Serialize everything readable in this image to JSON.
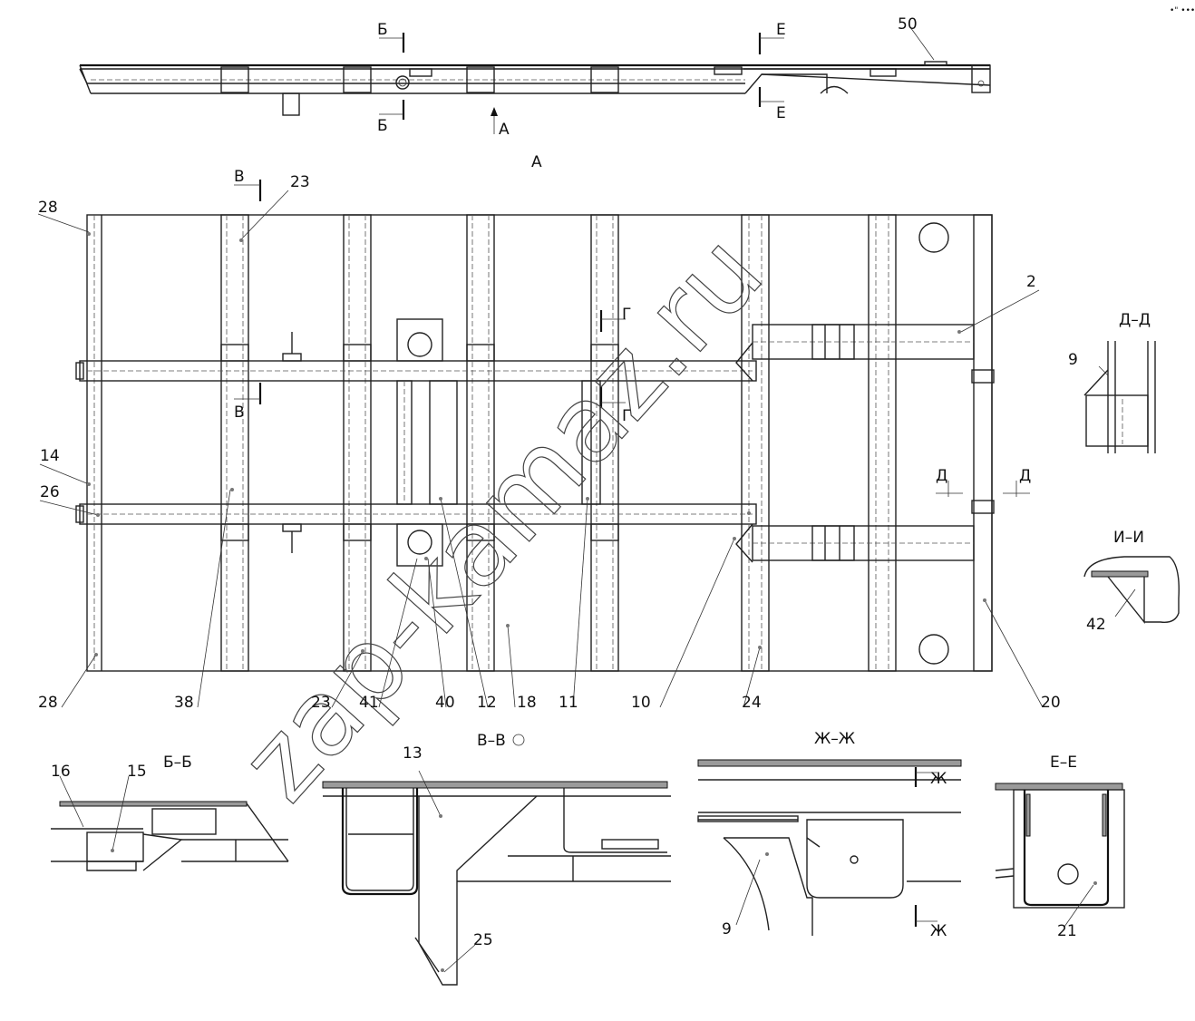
{
  "watermark": "zap-kamaz.ru",
  "corner_mark": "•\" •••",
  "view_label_A": "А",
  "part_numbers": {
    "p2": "2",
    "p9a": "9",
    "p9b": "9",
    "p10": "10",
    "p11": "11",
    "p12": "12",
    "p13": "13",
    "p14": "14",
    "p15": "15",
    "p16": "16",
    "p18": "18",
    "p20": "20",
    "p21": "21",
    "p23a": "23",
    "p23b": "23",
    "p24": "24",
    "p25": "25",
    "p26": "26",
    "p28a": "28",
    "p28b": "28",
    "p38": "38",
    "p40": "40",
    "p41": "41",
    "p42": "42",
    "p50": "50"
  },
  "section_marks": {
    "b": "Б",
    "v": "В",
    "g": "Г",
    "d": "Д",
    "e": "Е",
    "zh": "Ж",
    "a": "А"
  },
  "section_titles": {
    "bb": "Б–Б",
    "vv": "В–В",
    "dd": "Д–Д",
    "ii": "И–И",
    "zhzh": "Ж–Ж",
    "ee": "Е–Е"
  }
}
